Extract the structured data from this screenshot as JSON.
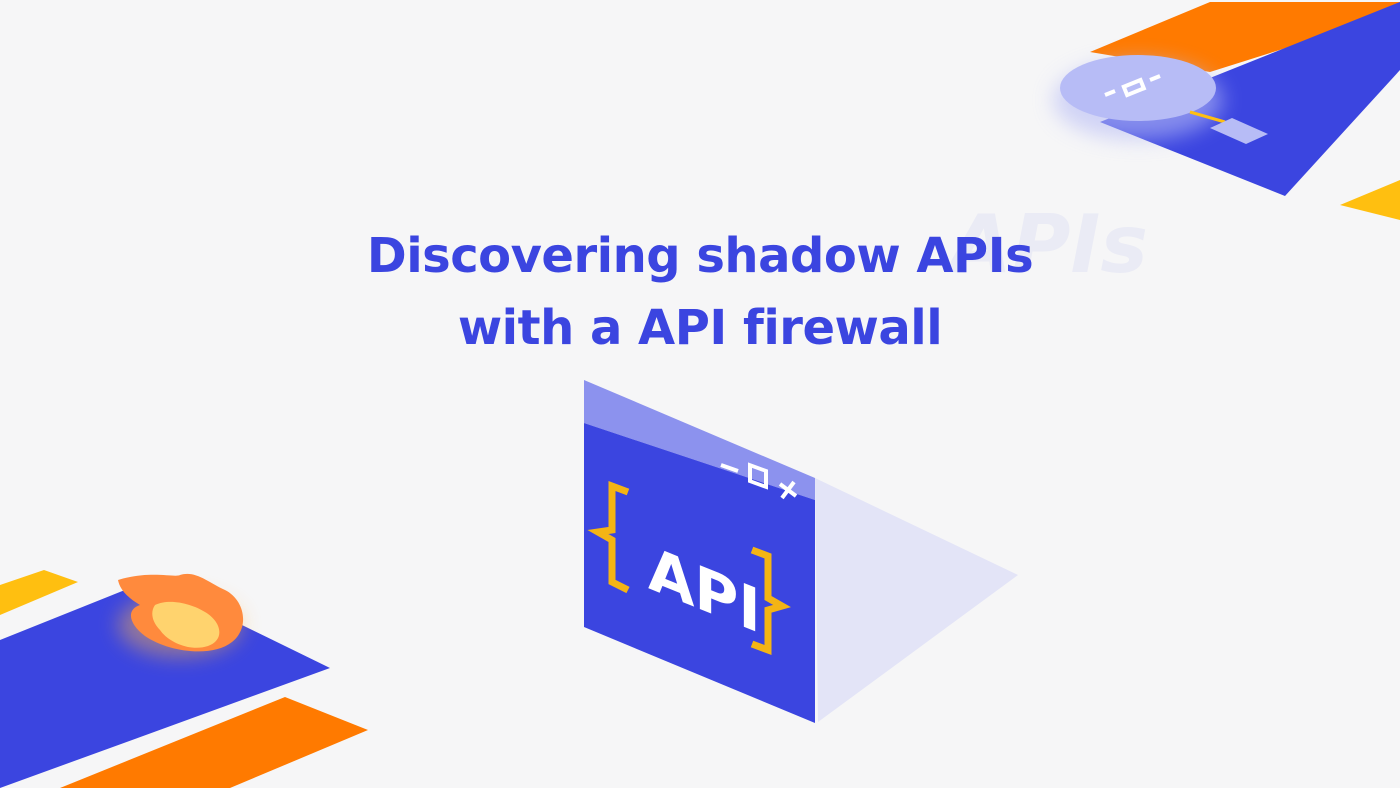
{
  "banner": {
    "title_line_1": "Discovering shadow APIs",
    "title_line_2": "with a API firewall",
    "watermark": "APIs",
    "window_label": "API"
  },
  "icons": {
    "window_controls": [
      "minimize-icon",
      "maximize-icon",
      "close-icon"
    ],
    "flame": "flame-icon",
    "chip": "binary-chip-icon"
  },
  "colors": {
    "primary_blue": "#3b45e0",
    "orange": "#ff7a00",
    "yellow": "#ffbf10",
    "lavender": "#b7bcf6",
    "shadow": "#e3e4f7",
    "background": "#f6f6f7"
  }
}
